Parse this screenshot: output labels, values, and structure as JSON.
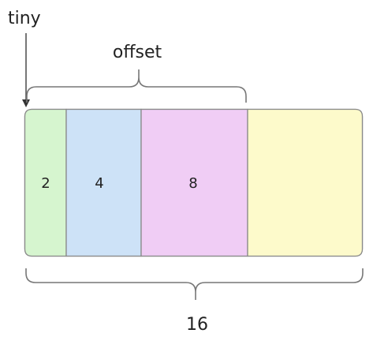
{
  "labels": {
    "tiny": "tiny",
    "offset": "offset",
    "total": "16"
  },
  "segments": [
    {
      "value": "2",
      "color": "#d6f5cf",
      "stroke": "#8a8a8a"
    },
    {
      "value": "4",
      "color": "#cde2f7",
      "stroke": "#8a8a8a"
    },
    {
      "value": "8",
      "color": "#f0cdf5",
      "stroke": "#8a8a8a"
    },
    {
      "value": "",
      "color": "#fdfacb",
      "stroke": "#8a8a8a"
    }
  ],
  "colors": {
    "outline": "#8a8a8a",
    "text": "#222222",
    "line": "#555555"
  }
}
